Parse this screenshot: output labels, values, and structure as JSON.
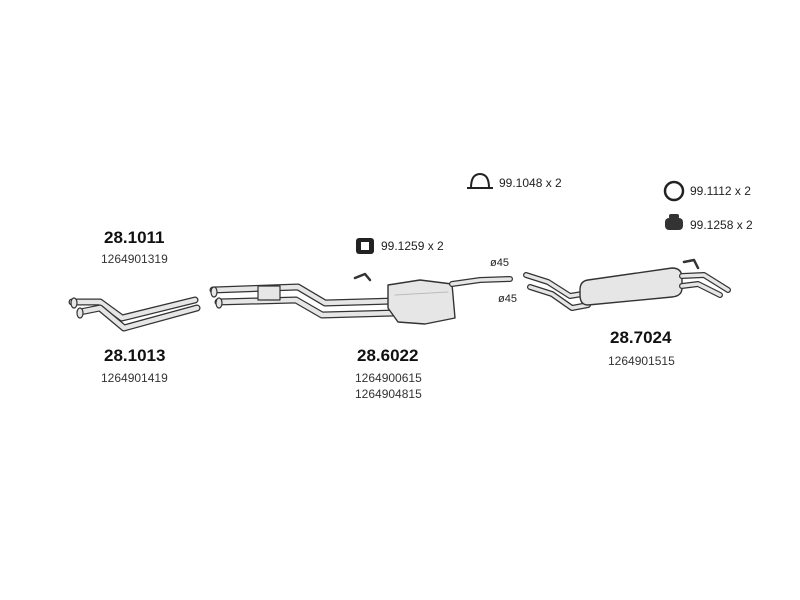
{
  "parts": {
    "front_pipe_left": {
      "part_number": "28.1011",
      "oem": "1264901319"
    },
    "front_pipe_right": {
      "part_number": "28.1013",
      "oem": "1264901419"
    },
    "middle_silencer": {
      "part_number": "28.6022",
      "oem": [
        "1264900615",
        "1264904815"
      ]
    },
    "rear_silencer": {
      "part_number": "28.7024",
      "oem": "1264901515"
    }
  },
  "accessories": {
    "clamp": {
      "label": "99.1048 x 2",
      "icon": "clamp-icon"
    },
    "mounting_block": {
      "label": "99.1259 x 2",
      "icon": "rubber-mount-icon"
    },
    "ring": {
      "label": "99.1112 x 2",
      "icon": "rubber-ring-icon"
    },
    "hanger": {
      "label": "99.1258 x 2",
      "icon": "hanger-icon"
    }
  },
  "diameters": {
    "upper": "ø45",
    "lower": "ø45"
  },
  "colors": {
    "background": "#ffffff",
    "pipe_fill": "#e6e6e6",
    "pipe_stroke": "#333333"
  }
}
